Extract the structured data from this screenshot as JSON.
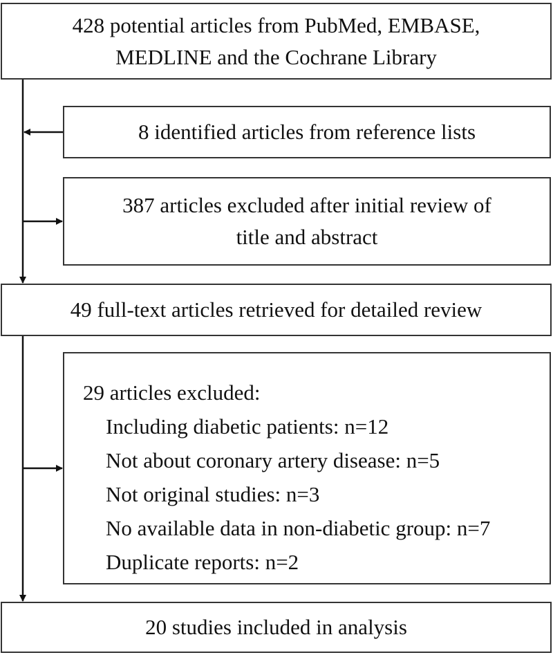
{
  "boxes": {
    "sources": [
      "428 potential articles from PubMed, EMBASE,",
      "MEDLINE and the Cochrane Library"
    ],
    "reference_lists": "8 identified articles from reference lists",
    "excluded_initial": [
      "387 articles excluded after initial review of",
      "title and abstract"
    ],
    "full_text": "49 full-text articles retrieved for detailed review",
    "excluded_detail": {
      "heading": "29 articles excluded:",
      "items": [
        "Including diabetic patients: n=12",
        "Not about coronary artery disease: n=5",
        "Not original studies: n=3",
        "No available data in non-diabetic group: n=7",
        "Duplicate reports: n=2"
      ]
    },
    "included": "20 studies included in analysis"
  }
}
